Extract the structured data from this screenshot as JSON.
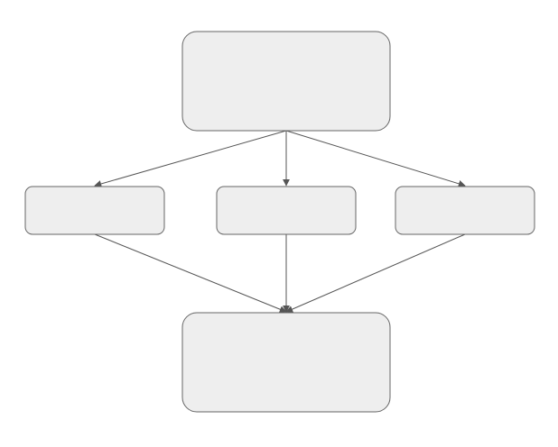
{
  "diagram": {
    "type": "flowchart",
    "colors": {
      "node_fill": "#eeeeee",
      "node_stroke": "#666666",
      "edge_stroke": "#555555"
    },
    "nodes": [
      {
        "id": "top",
        "label": ""
      },
      {
        "id": "left",
        "label": ""
      },
      {
        "id": "center",
        "label": ""
      },
      {
        "id": "right",
        "label": ""
      },
      {
        "id": "bottom",
        "label": ""
      }
    ],
    "edges": [
      {
        "from": "top",
        "to": "left"
      },
      {
        "from": "top",
        "to": "center"
      },
      {
        "from": "top",
        "to": "right"
      },
      {
        "from": "left",
        "to": "bottom"
      },
      {
        "from": "center",
        "to": "bottom"
      },
      {
        "from": "right",
        "to": "bottom"
      }
    ]
  }
}
